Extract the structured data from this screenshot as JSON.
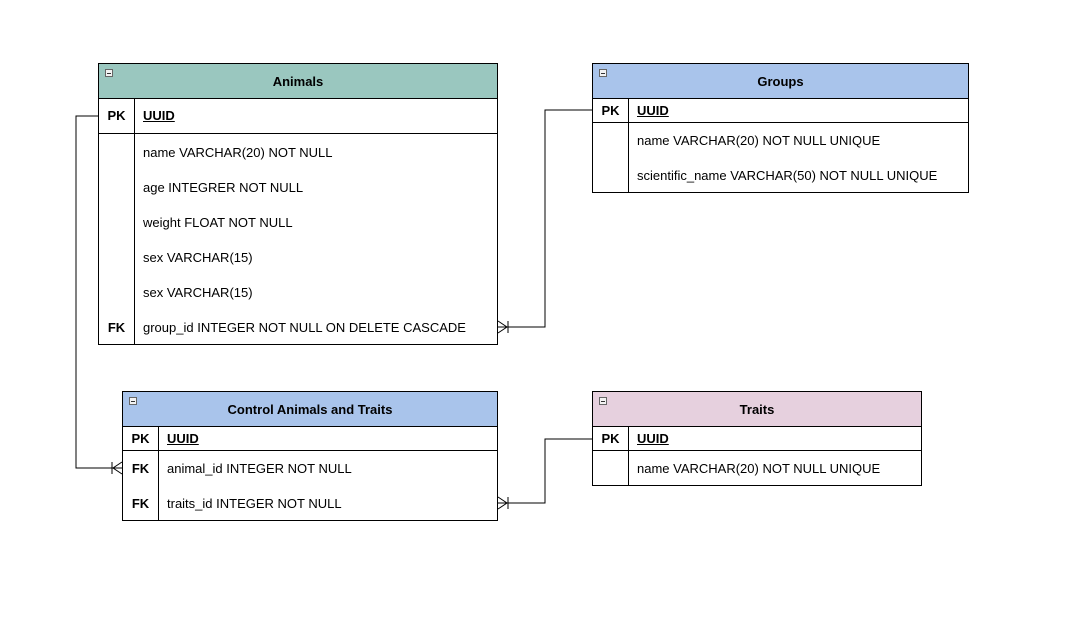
{
  "entities": {
    "animals": {
      "title": "Animals",
      "color": "#9ac7bf",
      "pk": {
        "key": "PK",
        "name": "UUID"
      },
      "fields": [
        {
          "key": "",
          "name": "name VARCHAR(20) NOT NULL"
        },
        {
          "key": "",
          "name": "age INTEGRER NOT NULL"
        },
        {
          "key": "",
          "name": "weight FLOAT NOT NULL"
        },
        {
          "key": "",
          "name": "sex VARCHAR(15)"
        },
        {
          "key": "",
          "name": "sex VARCHAR(15)"
        },
        {
          "key": "FK",
          "name": "group_id INTEGER NOT NULL ON DELETE CASCADE"
        }
      ]
    },
    "groups": {
      "title": "Groups",
      "color": "#a9c4eb",
      "pk": {
        "key": "PK",
        "name": "UUID"
      },
      "fields": [
        {
          "key": "",
          "name": "name VARCHAR(20) NOT NULL UNIQUE"
        },
        {
          "key": "",
          "name": "scientific_name VARCHAR(50) NOT NULL UNIQUE"
        }
      ]
    },
    "control": {
      "title": "Control Animals and Traits",
      "color": "#a9c4eb",
      "pk": {
        "key": "PK",
        "name": "UUID"
      },
      "fields": [
        {
          "key": "FK",
          "name": "animal_id INTEGER NOT NULL"
        },
        {
          "key": "FK",
          "name": "traits_id INTEGER NOT NULL"
        }
      ]
    },
    "traits": {
      "title": "Traits",
      "color": "#e6d0de",
      "pk": {
        "key": "PK",
        "name": "UUID"
      },
      "fields": [
        {
          "key": "",
          "name": "name VARCHAR(20) NOT NULL UNIQUE"
        }
      ]
    }
  }
}
